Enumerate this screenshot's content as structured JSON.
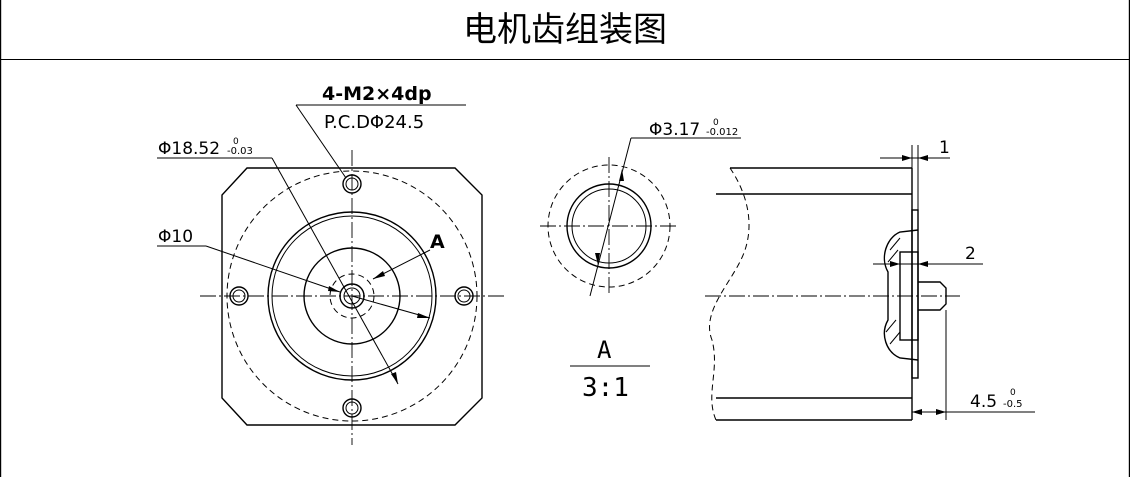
{
  "title": "电机齿组装图",
  "labels": {
    "thread_spec": "4-M2×4dp",
    "pcd": "P.C.DΦ24.5",
    "dia_outer": "Φ18.52",
    "dia_outer_tol_upper": "0",
    "dia_outer_tol_lower": "-0.03",
    "dia_inner": "Φ10",
    "view_marker": "A",
    "shaft_dia": "Φ3.17",
    "shaft_tol_upper": "0",
    "shaft_tol_lower": "-0.012",
    "detail_name": "A",
    "detail_scale": "3:1",
    "dim_1": "1",
    "dim_2": "2",
    "dim_len": "4.5",
    "dim_len_tol_upper": "0",
    "dim_len_tol_lower": "-0.5"
  }
}
